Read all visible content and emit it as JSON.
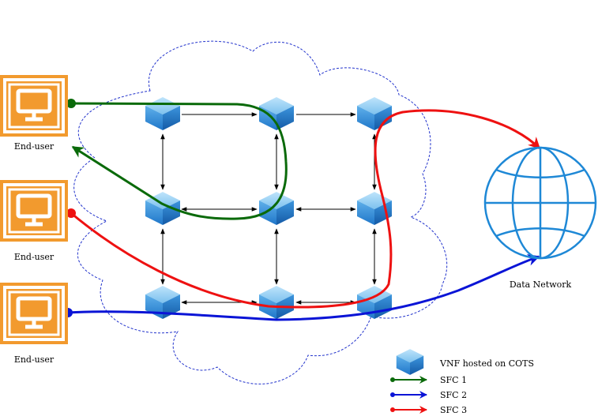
{
  "labels": {
    "end_user_1": "End-user",
    "end_user_2": "End-user",
    "end_user_3": "End-user",
    "data_network": "Data Network"
  },
  "legend": {
    "vnf": "VNF hosted on COTS",
    "sfc1": "SFC 1",
    "sfc2": "SFC 2",
    "sfc3": "SFC 3"
  },
  "colors": {
    "sfc1": "#0a6a0a",
    "sfc2": "#0a14d6",
    "sfc3": "#ee1111",
    "end_user_icon": "#f29a2e",
    "globe": "#1e88d6",
    "cloud_outline": "#2233cc",
    "vnf_cube": "#3c9ae0"
  },
  "icons": {
    "end_user": "monitor-icon",
    "vnf": "cube-icon",
    "data_network": "globe-icon"
  }
}
